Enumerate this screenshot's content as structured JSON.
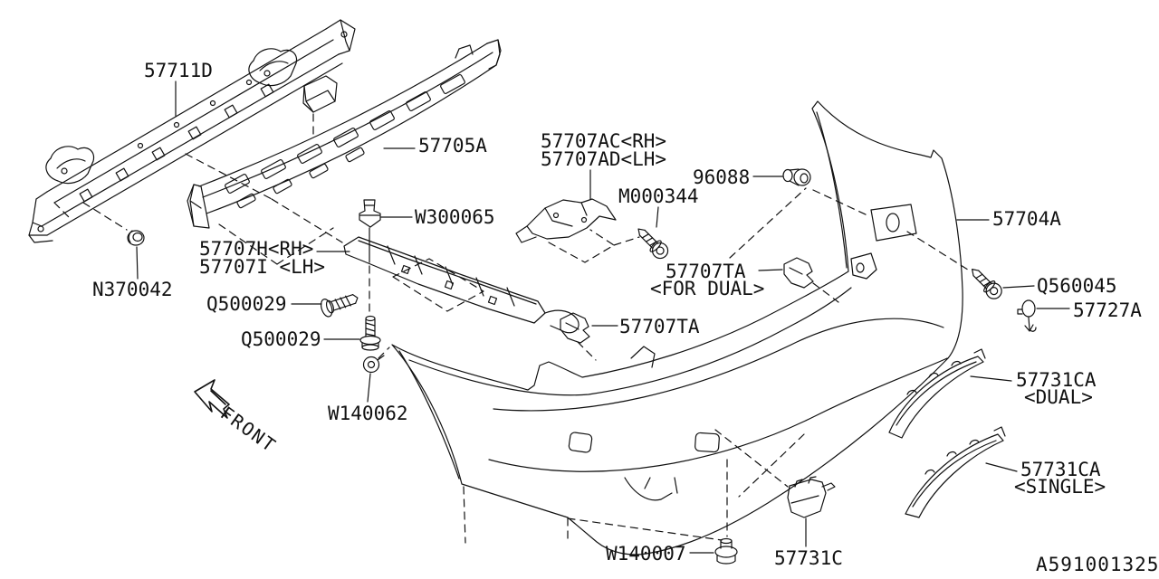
{
  "diagram": {
    "title_hint": "Rear bumper exploded parts diagram",
    "drawing_number": "A591001325",
    "front_label": "FRONT",
    "ink_color": "#111111",
    "background_color": "#ffffff",
    "callouts": [
      {
        "part": "57711D",
        "text": "57711D"
      },
      {
        "part": "57705A",
        "text": "57705A"
      },
      {
        "part": "57707AC",
        "text": "57707AC<RH>"
      },
      {
        "part": "57707AD",
        "text": "57707AD<LH>"
      },
      {
        "part": "96088",
        "text": "96088"
      },
      {
        "part": "M000344",
        "text": "M000344"
      },
      {
        "part": "W300065",
        "text": "W300065"
      },
      {
        "part": "57707H",
        "text": "57707H<RH>"
      },
      {
        "part": "57707I",
        "text": "57707I <LH>"
      },
      {
        "part": "N370042",
        "text": "N370042"
      },
      {
        "part": "Q500029",
        "text": "Q500029"
      },
      {
        "part": "Q500029",
        "text": "Q500029"
      },
      {
        "part": "57707TA",
        "text": "57707TA"
      },
      {
        "part": "57707TA",
        "text": "<FOR DUAL>"
      },
      {
        "part": "57707TA",
        "text": "57707TA"
      },
      {
        "part": "57704A",
        "text": "57704A"
      },
      {
        "part": "Q560045",
        "text": "Q560045"
      },
      {
        "part": "57727A",
        "text": "57727A"
      },
      {
        "part": "57731CA",
        "text": "57731CA"
      },
      {
        "part": "57731CA",
        "text": "<DUAL>"
      },
      {
        "part": "57731CA",
        "text": "57731CA"
      },
      {
        "part": "57731CA",
        "text": "<SINGLE>"
      },
      {
        "part": "W140062",
        "text": "W140062"
      },
      {
        "part": "W140007",
        "text": "W140007"
      },
      {
        "part": "57731C",
        "text": "57731C"
      }
    ]
  }
}
